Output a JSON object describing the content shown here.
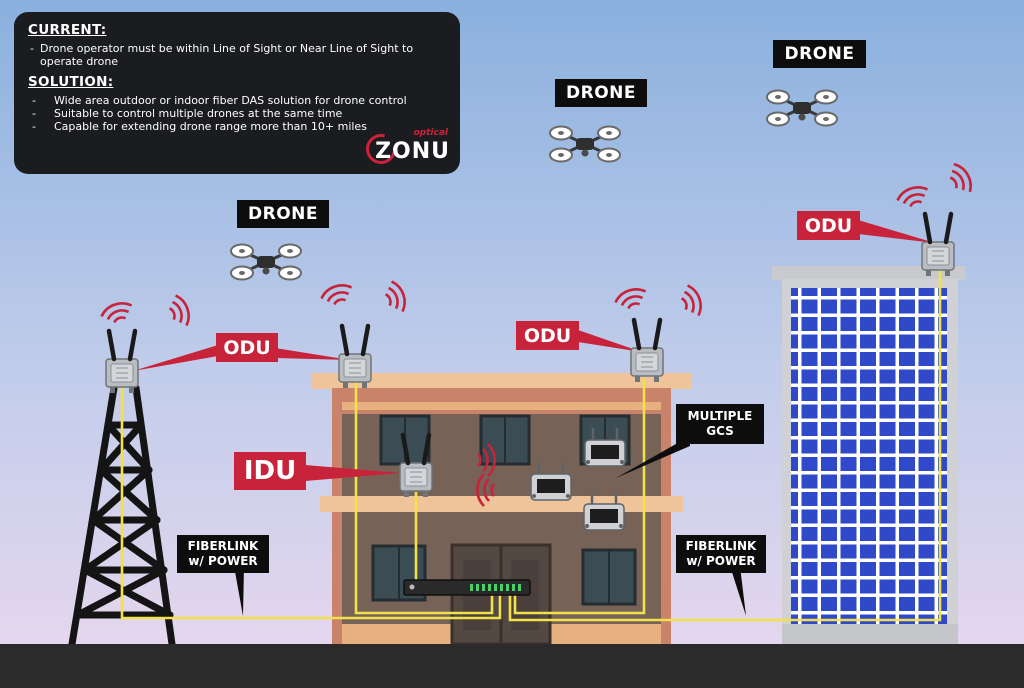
{
  "info_panel": {
    "current_heading": "CURRENT:",
    "current_items": [
      "Drone operator must be within Line of Sight or Near Line of Sight to operate drone"
    ],
    "solution_heading": "SOLUTION:",
    "solution_items": [
      "Wide area outdoor or indoor fiber DAS solution for drone control",
      "Suitable to control multiple drones at the same time",
      "Capable for extending drone range more than 10+ miles"
    ]
  },
  "logo": {
    "small_text": "optical",
    "main_text": "ZONU"
  },
  "labels": {
    "drone": "DRONE",
    "odu": "ODU",
    "idu": "IDU",
    "multiple_gcs": "MULTIPLE\nGCS",
    "fiberlink_power": "FIBERLINK\nw/ POWER"
  },
  "colors": {
    "sky_top": "#8fb3df",
    "sky_bottom": "#e8dcef",
    "ground": "#2b2b2b",
    "label_red": "#c7233a",
    "label_black": "#0d0d0d",
    "fiber_yellow": "#f2e14a",
    "wave_red": "#c7233a",
    "building_tan": "#e7b07f",
    "building_brick": "#c8836a",
    "glass_blue": "#2f49c9"
  }
}
